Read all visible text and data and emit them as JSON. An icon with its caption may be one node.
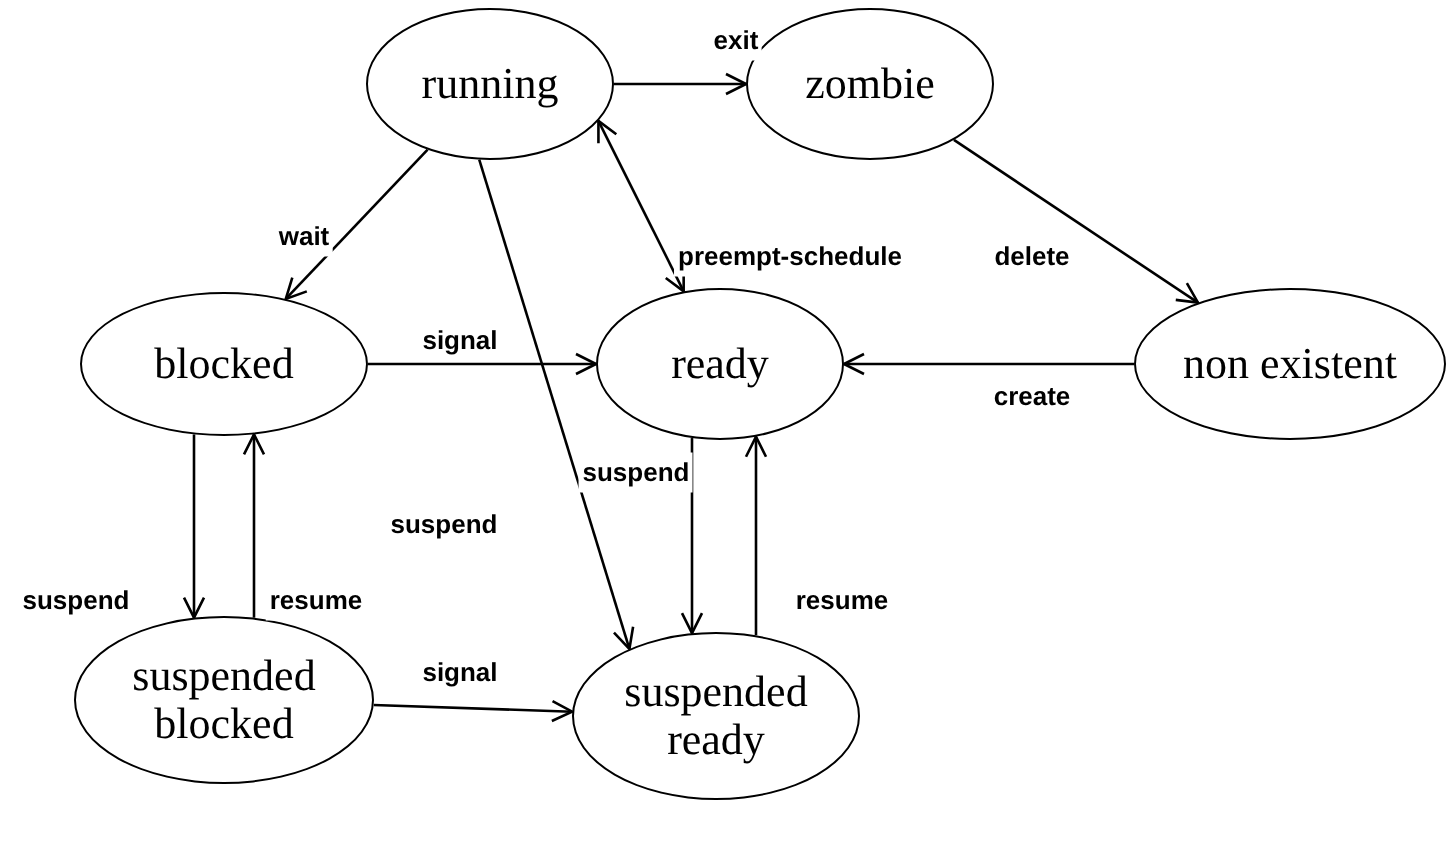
{
  "diagram": {
    "nodes": [
      {
        "text": [
          "running"
        ]
      },
      {
        "text": [
          "zombie"
        ]
      },
      {
        "text": [
          "blocked"
        ]
      },
      {
        "text": [
          "ready"
        ]
      },
      {
        "text": [
          "non existent"
        ]
      },
      {
        "text": [
          "suspended blocked"
        ]
      },
      {
        "text": [
          "suspended ready"
        ]
      }
    ],
    "edges": [
      {
        "from": 0,
        "to": 1,
        "arrow": "to",
        "label": "exit"
      },
      {
        "from": 0,
        "to": 2,
        "arrow": "to",
        "label": "wait"
      },
      {
        "from": 0,
        "to": 3,
        "arrow": "both",
        "label": "preempt-schedule"
      },
      {
        "from": 0,
        "to": 6,
        "arrow": "to",
        "label": "suspend"
      },
      {
        "from": 1,
        "to": 4,
        "arrow": "to",
        "label": "delete"
      },
      {
        "from": 4,
        "to": 3,
        "arrow": "to",
        "label": "create"
      },
      {
        "from": 2,
        "to": 3,
        "arrow": "to",
        "label": "signal"
      },
      {
        "from": 2,
        "to": 5,
        "arrow": "to",
        "label": "suspend"
      },
      {
        "from": 5,
        "to": 2,
        "arrow": "to",
        "label": "resume"
      },
      {
        "from": 3,
        "to": 6,
        "arrow": "to",
        "label": "suspend"
      },
      {
        "from": 6,
        "to": 3,
        "arrow": "to",
        "label": "resume"
      },
      {
        "from": 5,
        "to": 6,
        "arrow": "to",
        "label": "signal"
      }
    ]
  }
}
